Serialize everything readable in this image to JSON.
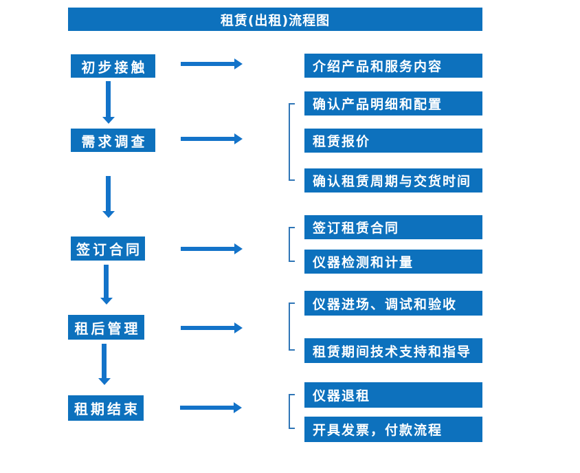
{
  "title": "租赁(出租)流程图",
  "colors": {
    "box_fill": "#0d71bd",
    "arrow": "#1373c9",
    "bracket": "#2e75b6",
    "text": "#ffffff",
    "background": "#ffffff"
  },
  "stages": [
    {
      "label": "初步接触",
      "details": [
        "介绍产品和服务内容"
      ]
    },
    {
      "label": "需求调查",
      "details": [
        "确认产品明细和配置",
        "租赁报价",
        "确认租赁周期与交货时间"
      ]
    },
    {
      "label": "签订合同",
      "details": [
        "签订租赁合同",
        "仪器检测和计量"
      ]
    },
    {
      "label": "租后管理",
      "details": [
        "仪器进场、调试和验收",
        "租赁期间技术支持和指导"
      ]
    },
    {
      "label": "租期结束",
      "details": [
        "仪器退租",
        "开具发票，付款流程"
      ]
    }
  ]
}
